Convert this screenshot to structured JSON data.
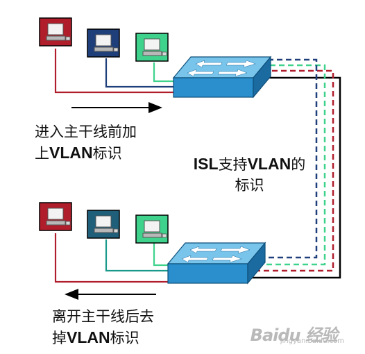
{
  "top_label": {
    "line1": "进入主干线前加",
    "line2_prefix": "上",
    "line2_bold": "VLAN",
    "line2_suffix": "标识"
  },
  "isl_label": {
    "line1_bold": "ISL",
    "line1_text": "支持",
    "line1_bold2": "VLAN",
    "line1_suffix": "的",
    "line2": "标识"
  },
  "bottom_label": {
    "line1": "离开主干线后去",
    "line2_prefix": "掉",
    "line2_bold": "VLAN",
    "line2_suffix": "标识"
  },
  "watermark": {
    "brand": "Baidu 经验",
    "url": "jingyan.baidu.com"
  },
  "colors": {
    "red": "#b01e2c",
    "navy": "#1f3f7a",
    "green": "#3fd28c",
    "teal": "#1a9a8a",
    "switch": "#2c95d0",
    "black": "#000000"
  },
  "icons": [
    "pc-red-icon",
    "pc-navy-icon",
    "pc-green-icon",
    "switch-icon"
  ]
}
